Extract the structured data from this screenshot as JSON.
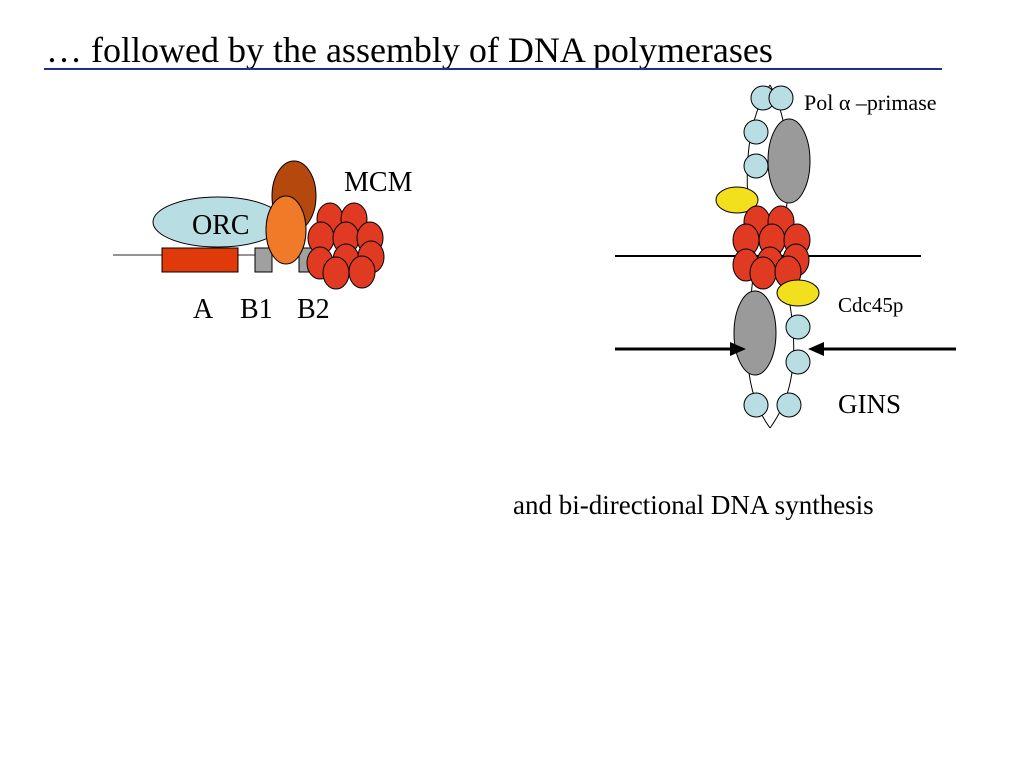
{
  "title": "… followed by the assembly of DNA polymerases",
  "left_diagram": {
    "orc_label": "ORC",
    "mcm_label": "MCM",
    "site_a_label": "A",
    "site_b1_label": "B1",
    "site_b2_label": "B2"
  },
  "right_diagram": {
    "pol_label": "Pol α –primase",
    "cdc45_label": "Cdc45p",
    "gins_label": "GINS"
  },
  "caption": "and bi-directional DNA synthesis",
  "colors": {
    "orc": "#b8dde2",
    "orc_dark": "#b5480d",
    "orc_orange": "#f07a28",
    "mcm": "#e03a22",
    "site_a": "#e03a0a",
    "site_b": "#a0a0a0",
    "polymerase": "#9a9a9a",
    "cdc45": "#f2e01f",
    "gins": "#b8dde2",
    "title_rule": "#1f2f8f"
  }
}
